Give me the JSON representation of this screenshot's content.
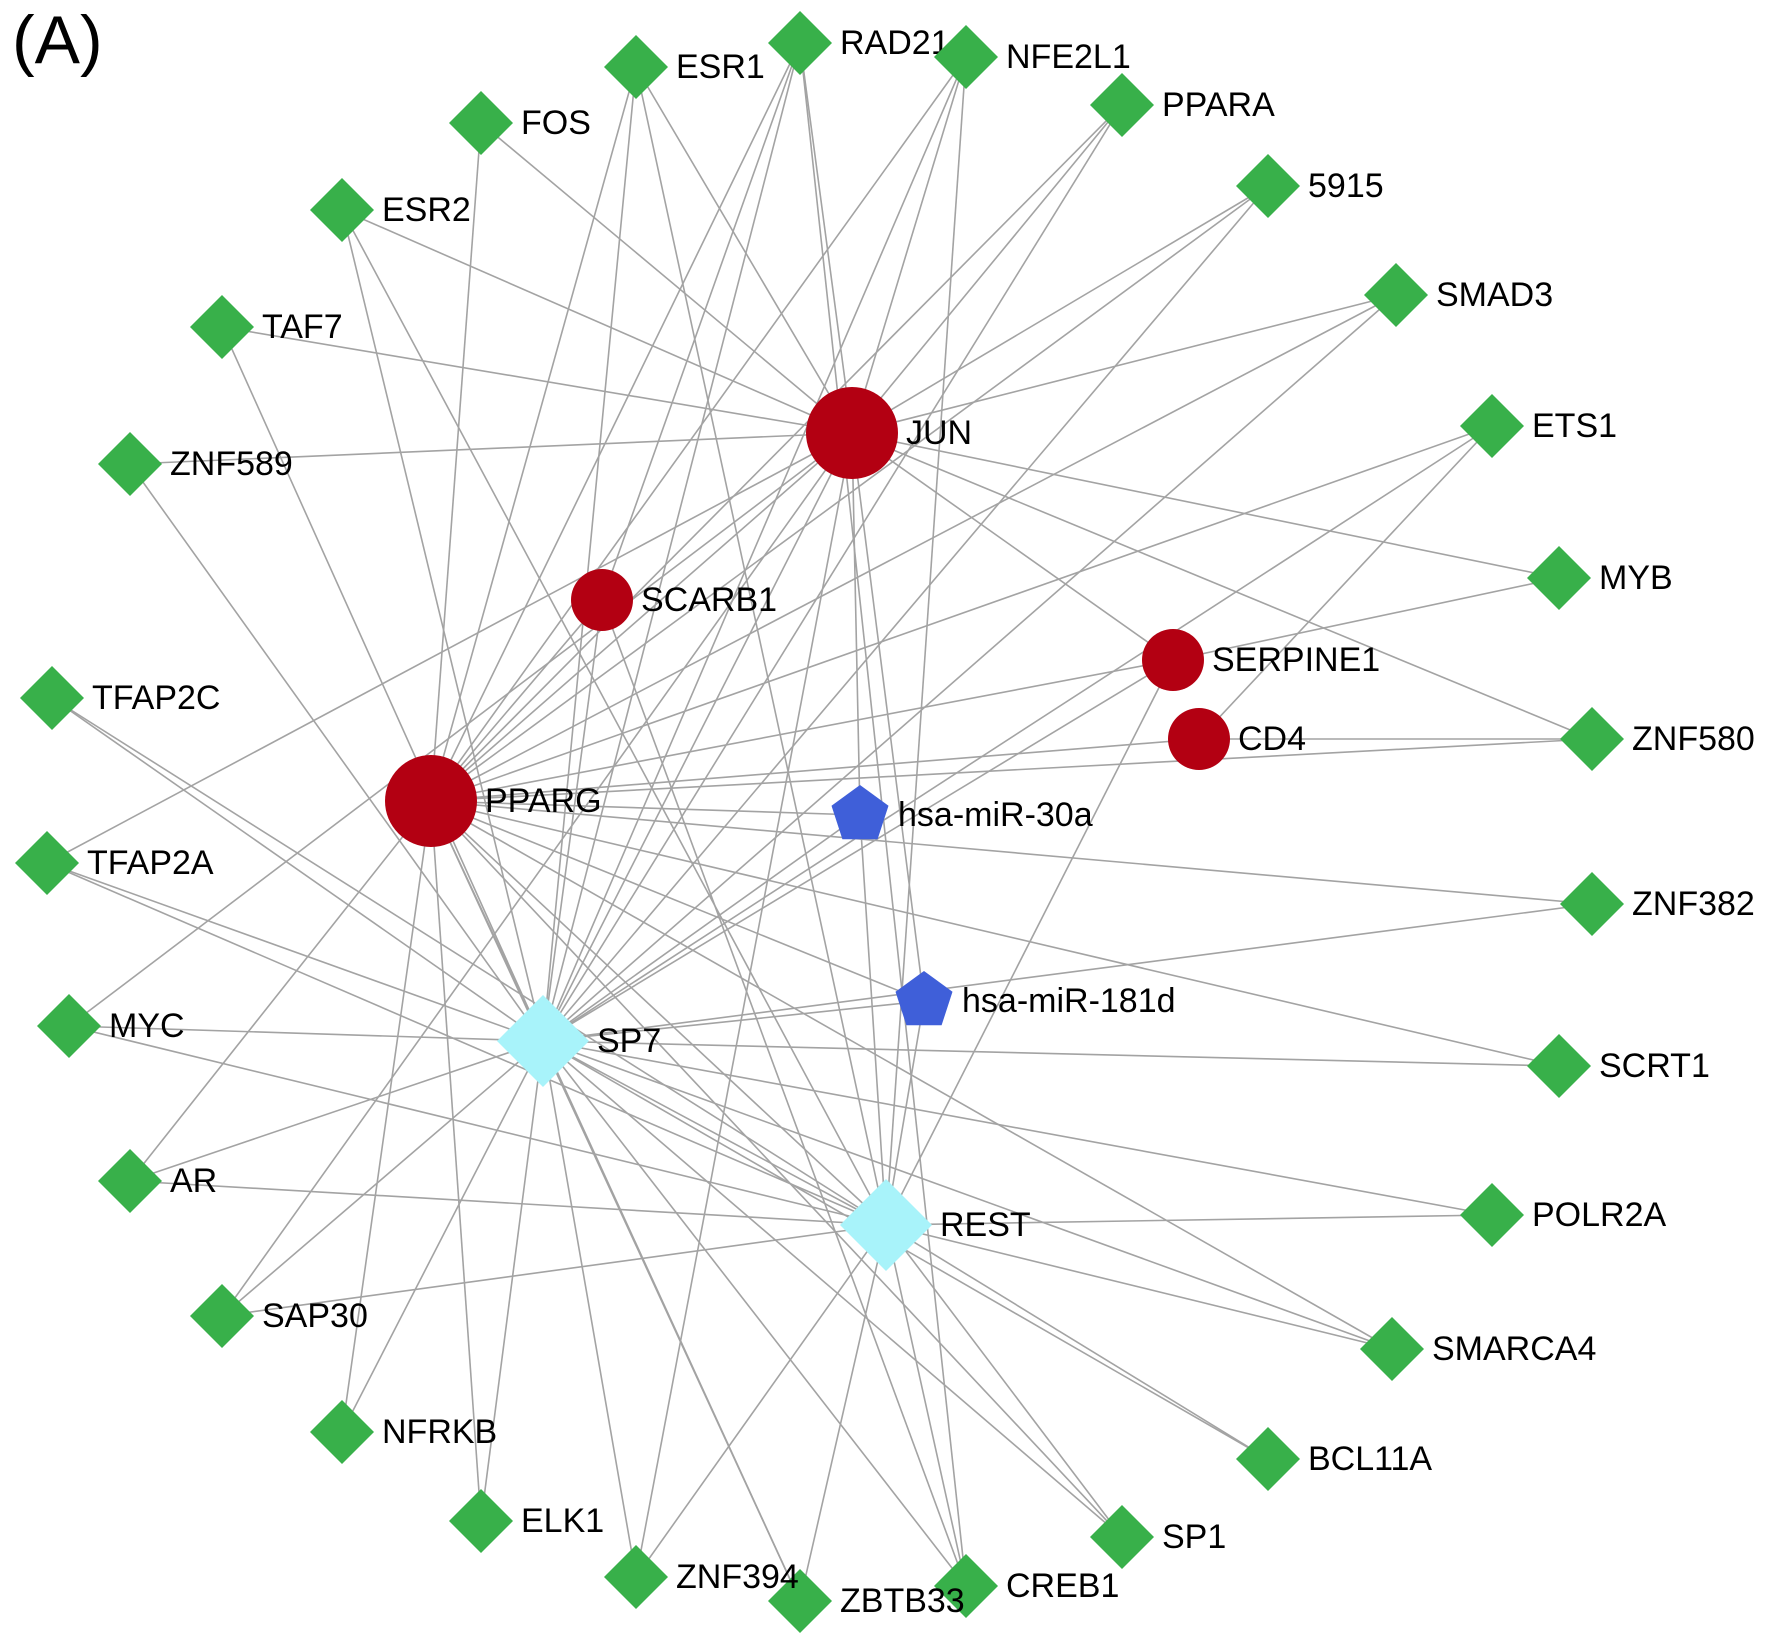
{
  "figure": {
    "panel_label": "(A)"
  },
  "colors": {
    "edge": "#a3a3a3",
    "target_gene": "#b30012",
    "mirna": "#3f5fd9",
    "hub_tf": "#a8f3fa",
    "tf": "#38b04a"
  },
  "legend_shapes": {
    "target_gene": "circle",
    "mirna": "pentagon",
    "hub_tf": "diamond",
    "tf": "diamond"
  },
  "nodes": [
    {
      "id": "JUN",
      "label": "JUN",
      "type": "target_gene"
    },
    {
      "id": "PPARG",
      "label": "PPARG",
      "type": "target_gene"
    },
    {
      "id": "SCARB1",
      "label": "SCARB1",
      "type": "target_gene"
    },
    {
      "id": "SERPINE1",
      "label": "SERPINE1",
      "type": "target_gene"
    },
    {
      "id": "CD4",
      "label": "CD4",
      "type": "target_gene"
    },
    {
      "id": "hsa-miR-30a",
      "label": "hsa-miR-30a",
      "type": "mirna"
    },
    {
      "id": "hsa-miR-181d",
      "label": "hsa-miR-181d",
      "type": "mirna"
    },
    {
      "id": "SP7",
      "label": "SP7",
      "type": "hub_tf"
    },
    {
      "id": "REST",
      "label": "REST",
      "type": "hub_tf"
    },
    {
      "id": "ESR1",
      "label": "ESR1",
      "type": "tf"
    },
    {
      "id": "RAD21",
      "label": "RAD21",
      "type": "tf"
    },
    {
      "id": "NFE2L1",
      "label": "NFE2L1",
      "type": "tf"
    },
    {
      "id": "PPARA",
      "label": "PPARA",
      "type": "tf"
    },
    {
      "id": "5915",
      "label": "5915",
      "type": "tf"
    },
    {
      "id": "SMAD3",
      "label": "SMAD3",
      "type": "tf"
    },
    {
      "id": "ETS1",
      "label": "ETS1",
      "type": "tf"
    },
    {
      "id": "MYB",
      "label": "MYB",
      "type": "tf"
    },
    {
      "id": "ZNF580",
      "label": "ZNF580",
      "type": "tf"
    },
    {
      "id": "ZNF382",
      "label": "ZNF382",
      "type": "tf"
    },
    {
      "id": "SCRT1",
      "label": "SCRT1",
      "type": "tf"
    },
    {
      "id": "POLR2A",
      "label": "POLR2A",
      "type": "tf"
    },
    {
      "id": "SMARCA4",
      "label": "SMARCA4",
      "type": "tf"
    },
    {
      "id": "BCL11A",
      "label": "BCL11A",
      "type": "tf"
    },
    {
      "id": "SP1",
      "label": "SP1",
      "type": "tf"
    },
    {
      "id": "CREB1",
      "label": "CREB1",
      "type": "tf"
    },
    {
      "id": "ZBTB33",
      "label": "ZBTB33",
      "type": "tf"
    },
    {
      "id": "ZNF394",
      "label": "ZNF394",
      "type": "tf"
    },
    {
      "id": "ELK1",
      "label": "ELK1",
      "type": "tf"
    },
    {
      "id": "NFRKB",
      "label": "NFRKB",
      "type": "tf"
    },
    {
      "id": "SAP30",
      "label": "SAP30",
      "type": "tf"
    },
    {
      "id": "AR",
      "label": "AR",
      "type": "tf"
    },
    {
      "id": "MYC",
      "label": "MYC",
      "type": "tf"
    },
    {
      "id": "TFAP2A",
      "label": "TFAP2A",
      "type": "tf"
    },
    {
      "id": "TFAP2C",
      "label": "TFAP2C",
      "type": "tf"
    },
    {
      "id": "ZNF589",
      "label": "ZNF589",
      "type": "tf"
    },
    {
      "id": "TAF7",
      "label": "TAF7",
      "type": "tf"
    },
    {
      "id": "ESR2",
      "label": "ESR2",
      "type": "tf"
    },
    {
      "id": "FOS",
      "label": "FOS",
      "type": "tf"
    }
  ],
  "edges": [
    [
      "FOS",
      "JUN"
    ],
    [
      "FOS",
      "PPARG"
    ],
    [
      "ESR2",
      "JUN"
    ],
    [
      "ESR2",
      "SP7"
    ],
    [
      "ESR2",
      "REST"
    ],
    [
      "TAF7",
      "JUN"
    ],
    [
      "TAF7",
      "SP7"
    ],
    [
      "ZNF589",
      "JUN"
    ],
    [
      "ZNF589",
      "SP7"
    ],
    [
      "ESR1",
      "JUN"
    ],
    [
      "ESR1",
      "SP7"
    ],
    [
      "ESR1",
      "PPARG"
    ],
    [
      "ESR1",
      "REST"
    ],
    [
      "RAD21",
      "JUN"
    ],
    [
      "RAD21",
      "SP7"
    ],
    [
      "RAD21",
      "PPARG"
    ],
    [
      "RAD21",
      "SCARB1"
    ],
    [
      "RAD21",
      "CREB1"
    ],
    [
      "NFE2L1",
      "JUN"
    ],
    [
      "NFE2L1",
      "PPARG"
    ],
    [
      "NFE2L1",
      "SP7"
    ],
    [
      "NFE2L1",
      "REST"
    ],
    [
      "PPARA",
      "JUN"
    ],
    [
      "PPARA",
      "SP7"
    ],
    [
      "PPARA",
      "PPARG"
    ],
    [
      "5915",
      "JUN"
    ],
    [
      "5915",
      "SP7"
    ],
    [
      "5915",
      "PPARG"
    ],
    [
      "SMAD3",
      "JUN"
    ],
    [
      "SMAD3",
      "SP7"
    ],
    [
      "SMAD3",
      "PPARG"
    ],
    [
      "ETS1",
      "PPARG"
    ],
    [
      "ETS1",
      "SP7"
    ],
    [
      "ETS1",
      "CD4"
    ],
    [
      "MYB",
      "JUN"
    ],
    [
      "MYB",
      "SERPINE1"
    ],
    [
      "ZNF580",
      "JUN"
    ],
    [
      "ZNF580",
      "CD4"
    ],
    [
      "ZNF580",
      "PPARG"
    ],
    [
      "ZNF382",
      "PPARG"
    ],
    [
      "ZNF382",
      "SP7"
    ],
    [
      "SCRT1",
      "PPARG"
    ],
    [
      "SCRT1",
      "SP7"
    ],
    [
      "POLR2A",
      "SP7"
    ],
    [
      "POLR2A",
      "REST"
    ],
    [
      "SMARCA4",
      "SP7"
    ],
    [
      "SMARCA4",
      "PPARG"
    ],
    [
      "SMARCA4",
      "REST"
    ],
    [
      "BCL11A",
      "SP7"
    ],
    [
      "BCL11A",
      "REST"
    ],
    [
      "SP1",
      "SP7"
    ],
    [
      "SP1",
      "REST"
    ],
    [
      "SP1",
      "PPARG"
    ],
    [
      "CREB1",
      "SP7"
    ],
    [
      "CREB1",
      "REST"
    ],
    [
      "ZBTB33",
      "SP7"
    ],
    [
      "ZBTB33",
      "PPARG"
    ],
    [
      "ZBTB33",
      "REST"
    ],
    [
      "ZNF394",
      "SP7"
    ],
    [
      "ZNF394",
      "REST"
    ],
    [
      "ZNF394",
      "JUN"
    ],
    [
      "ELK1",
      "SP7"
    ],
    [
      "ELK1",
      "PPARG"
    ],
    [
      "NFRKB",
      "SP7"
    ],
    [
      "NFRKB",
      "PPARG"
    ],
    [
      "SAP30",
      "SP7"
    ],
    [
      "SAP30",
      "REST"
    ],
    [
      "SAP30",
      "JUN"
    ],
    [
      "AR",
      "SP7"
    ],
    [
      "AR",
      "REST"
    ],
    [
      "AR",
      "PPARG"
    ],
    [
      "MYC",
      "SP7"
    ],
    [
      "MYC",
      "REST"
    ],
    [
      "MYC",
      "JUN"
    ],
    [
      "TFAP2A",
      "SP7"
    ],
    [
      "TFAP2A",
      "REST"
    ],
    [
      "TFAP2A",
      "JUN"
    ],
    [
      "TFAP2C",
      "SP7"
    ],
    [
      "TFAP2C",
      "REST"
    ],
    [
      "JUN",
      "PPARG"
    ],
    [
      "JUN",
      "SP7"
    ],
    [
      "JUN",
      "hsa-miR-30a"
    ],
    [
      "JUN",
      "hsa-miR-181d"
    ],
    [
      "JUN",
      "SERPINE1"
    ],
    [
      "SCARB1",
      "SP7"
    ],
    [
      "SCARB1",
      "PPARG"
    ],
    [
      "SCARB1",
      "CREB1"
    ],
    [
      "SERPINE1",
      "PPARG"
    ],
    [
      "SERPINE1",
      "SP7"
    ],
    [
      "SERPINE1",
      "REST"
    ],
    [
      "CD4",
      "PPARG"
    ],
    [
      "hsa-miR-30a",
      "PPARG"
    ],
    [
      "hsa-miR-30a",
      "SP7"
    ],
    [
      "hsa-miR-30a",
      "REST"
    ],
    [
      "hsa-miR-181d",
      "PPARG"
    ],
    [
      "hsa-miR-181d",
      "SP7"
    ],
    [
      "hsa-miR-181d",
      "REST"
    ],
    [
      "PPARG",
      "SP7"
    ],
    [
      "PPARG",
      "REST"
    ],
    [
      "SP7",
      "REST"
    ]
  ]
}
